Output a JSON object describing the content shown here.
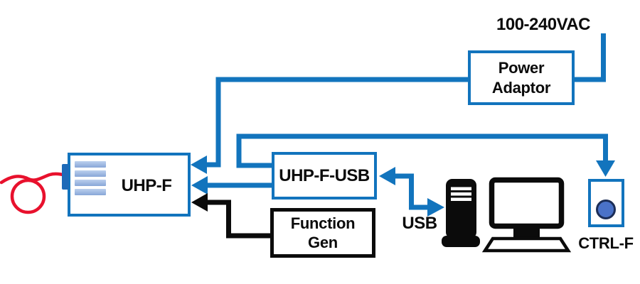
{
  "nodes": {
    "uhpf": {
      "label": "UHP-F"
    },
    "uhpf_usb": {
      "label": "UHP-F-USB"
    },
    "function_gen": {
      "line1": "Function",
      "line2": "Gen"
    },
    "power_adaptor": {
      "line1": "Power",
      "line2": "Adaptor"
    },
    "ctrl_f": {
      "label": "CTRL-F"
    }
  },
  "labels": {
    "ac_input": "100-240VAC",
    "usb": "USB"
  },
  "colors": {
    "diagram_blue": "#1274bd",
    "line_black": "#0b0b0b",
    "fiber_red": "#e8112d",
    "heatsink_bar_blue": "#97b1dc",
    "connector_blue": "#1d6ab8",
    "remote_button_fill": "#4a72c8",
    "remote_button_border": "#1c2e57"
  },
  "icons": [
    "laser-heatsink-icon",
    "fiber-cable-icon",
    "fiber-connector",
    "computer-tower-icon",
    "monitor-icon",
    "keyboard-icon",
    "remote-button-icon"
  ],
  "connections": [
    {
      "from": "100-240VAC mains",
      "to": "Power Adaptor",
      "type": "line",
      "color": "blue"
    },
    {
      "from": "Power Adaptor",
      "to": "UHP-F",
      "type": "arrow",
      "color": "blue"
    },
    {
      "from": "UHP-F-USB",
      "to": "UHP-F",
      "type": "arrow",
      "color": "blue"
    },
    {
      "from": "UHP-F-USB",
      "to": "CTRL-F",
      "type": "arrow",
      "color": "blue"
    },
    {
      "from": "Computer",
      "to": "UHP-F-USB",
      "type": "double-arrow",
      "color": "blue",
      "label": "USB"
    },
    {
      "from": "Function Gen",
      "to": "UHP-F",
      "type": "arrow",
      "color": "black"
    },
    {
      "from": "fiber output",
      "to": "UHP-F",
      "type": "cable",
      "color": "red"
    }
  ]
}
